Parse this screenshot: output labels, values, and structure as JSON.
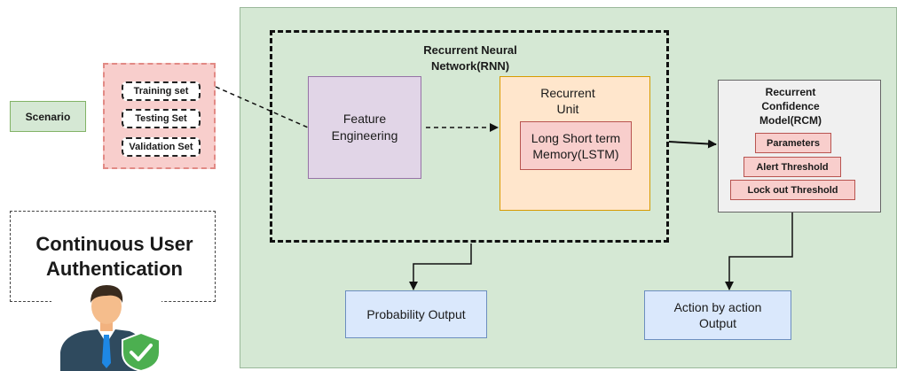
{
  "diagram": {
    "scenario": {
      "label": "Scenario"
    },
    "dataset": {
      "items": [
        "Training set",
        "Testing Set",
        "Validation Set"
      ]
    },
    "rnn": {
      "title_line1": "Recurrent Neural",
      "title_line2": "Network(RNN)"
    },
    "feature_engineering": {
      "line1": "Feature",
      "line2": "Engineering"
    },
    "recurrent_unit": {
      "title_line1": "Recurrent",
      "title_line2": "Unit",
      "lstm_line1": "Long Short term",
      "lstm_line2": "Memory(LSTM)"
    },
    "rcm": {
      "title_line1": "Recurrent",
      "title_line2": "Confidence",
      "title_line3": "Model(RCM)",
      "items": [
        "Parameters",
        "Alert Threshold",
        "Lock out Threshold"
      ]
    },
    "cua": {
      "line1": "Continuous User",
      "line2": "Authentication"
    },
    "outputs": {
      "probability": "Probability Output",
      "action_line1": "Action by action",
      "action_line2": "Output"
    }
  },
  "colors": {
    "panel_green": "#d5e8d4",
    "dataset_pink": "#f8cecc",
    "feature_purple": "#e1d5e7",
    "unit_orange": "#ffe6cc",
    "output_blue": "#dae8fc",
    "rcm_gray": "#f0f0f0",
    "shield_green": "#4caf50"
  },
  "icons": {
    "user": "user-shield-icon"
  }
}
